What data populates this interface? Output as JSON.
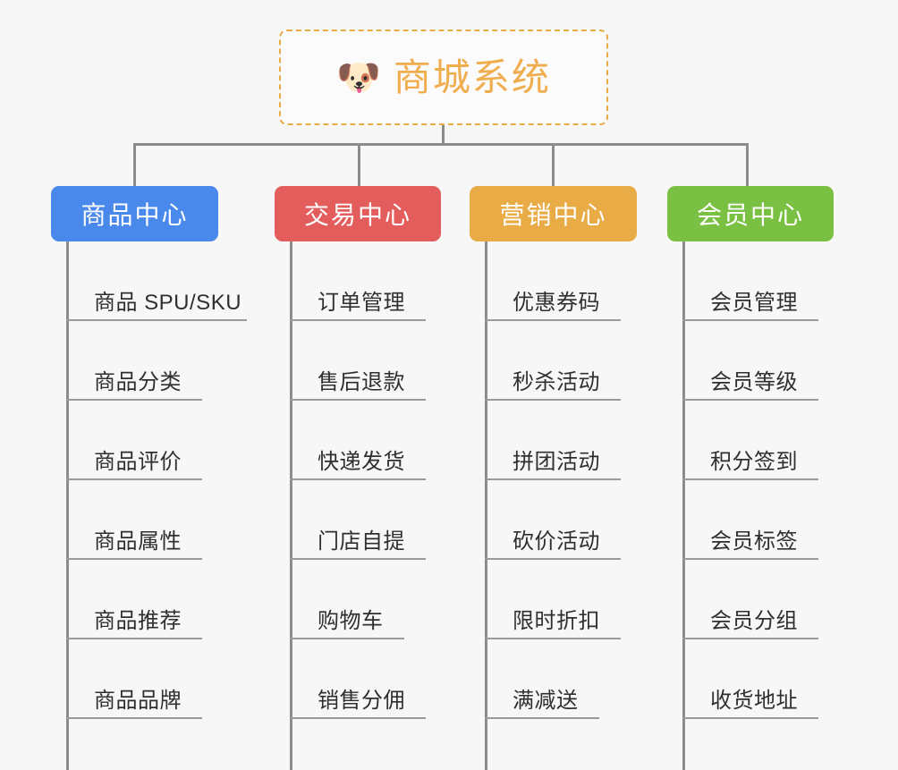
{
  "root": {
    "icon": "dog-face-emoji",
    "emoji": "🐶",
    "title": "商城系统",
    "border_color": "#e8ab45",
    "text_color": "#f0ad4e"
  },
  "connector_color": "#8c8c8c",
  "background_color": "#f7f7f7",
  "categories": [
    {
      "label": "商品中心",
      "color": "#4a89ec",
      "items": [
        {
          "label": "商品 SPU/SKU",
          "underline_width": 202
        },
        {
          "label": "商品分类",
          "underline_width": 152
        },
        {
          "label": "商品评价",
          "underline_width": 152
        },
        {
          "label": "商品属性",
          "underline_width": 152
        },
        {
          "label": "商品推荐",
          "underline_width": 152
        },
        {
          "label": "商品品牌",
          "underline_width": 152
        }
      ]
    },
    {
      "label": "交易中心",
      "color": "#e45d5d",
      "items": [
        {
          "label": "订单管理",
          "underline_width": 152
        },
        {
          "label": "售后退款",
          "underline_width": 152
        },
        {
          "label": "快递发货",
          "underline_width": 152
        },
        {
          "label": "门店自提",
          "underline_width": 152
        },
        {
          "label": "购物车",
          "underline_width": 128
        },
        {
          "label": "销售分佣",
          "underline_width": 152
        }
      ]
    },
    {
      "label": "营销中心",
      "color": "#e8ab45",
      "items": [
        {
          "label": "优惠券码",
          "underline_width": 152
        },
        {
          "label": "秒杀活动",
          "underline_width": 152
        },
        {
          "label": "拼团活动",
          "underline_width": 152
        },
        {
          "label": "砍价活动",
          "underline_width": 152
        },
        {
          "label": "限时折扣",
          "underline_width": 152
        },
        {
          "label": "满减送",
          "underline_width": 128
        }
      ]
    },
    {
      "label": "会员中心",
      "color": "#7ac143",
      "items": [
        {
          "label": "会员管理",
          "underline_width": 152
        },
        {
          "label": "会员等级",
          "underline_width": 152
        },
        {
          "label": "积分签到",
          "underline_width": 152
        },
        {
          "label": "会员标签",
          "underline_width": 152
        },
        {
          "label": "会员分组",
          "underline_width": 152
        },
        {
          "label": "收货地址",
          "underline_width": 152
        }
      ]
    }
  ]
}
